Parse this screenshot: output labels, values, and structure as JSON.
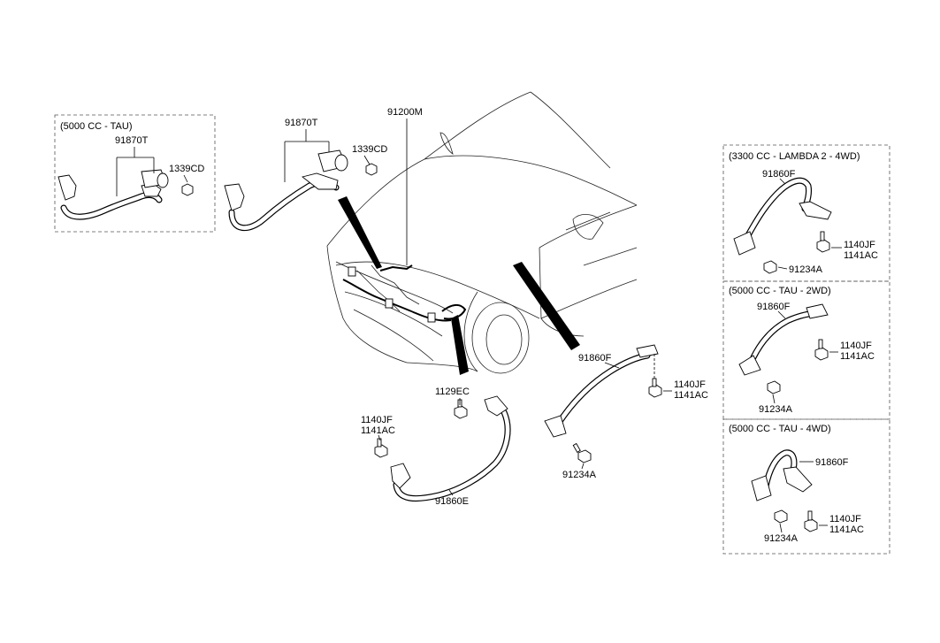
{
  "boxes": {
    "tau_5000": "(5000 CC - TAU)",
    "lambda_3300_4wd": "(3300 CC - LAMBDA 2 - 4WD)",
    "tau_5000_2wd": "(5000 CC - TAU - 2WD)",
    "tau_5000_4wd": "(5000 CC - TAU - 4WD)"
  },
  "labels": {
    "p91870T_box": "91870T",
    "p1339CD_box": "1339CD",
    "p91870T_main": "91870T",
    "p1339CD_main": "1339CD",
    "p91200M": "91200M",
    "p1129EC": "1129EC",
    "p1140JF_left": "1140JF",
    "p1141AC_left": "1141AC",
    "p91860E": "91860E",
    "p91860F_main": "91860F",
    "p1140JF_main": "1140JF",
    "p1141AC_main": "1141AC",
    "p91234A_main": "91234A",
    "p91860F_lambda": "91860F",
    "p1140JF_lambda": "1140JF",
    "p1141AC_lambda": "1141AC",
    "p91234A_lambda": "91234A",
    "p91860F_2wd": "91860F",
    "p1140JF_2wd": "1140JF",
    "p1141AC_2wd": "1141AC",
    "p91234A_2wd": "91234A",
    "p91860F_4wd": "91860F",
    "p1140JF_4wd": "1140JF",
    "p1141AC_4wd": "1141AC",
    "p91234A_4wd": "91234A"
  }
}
